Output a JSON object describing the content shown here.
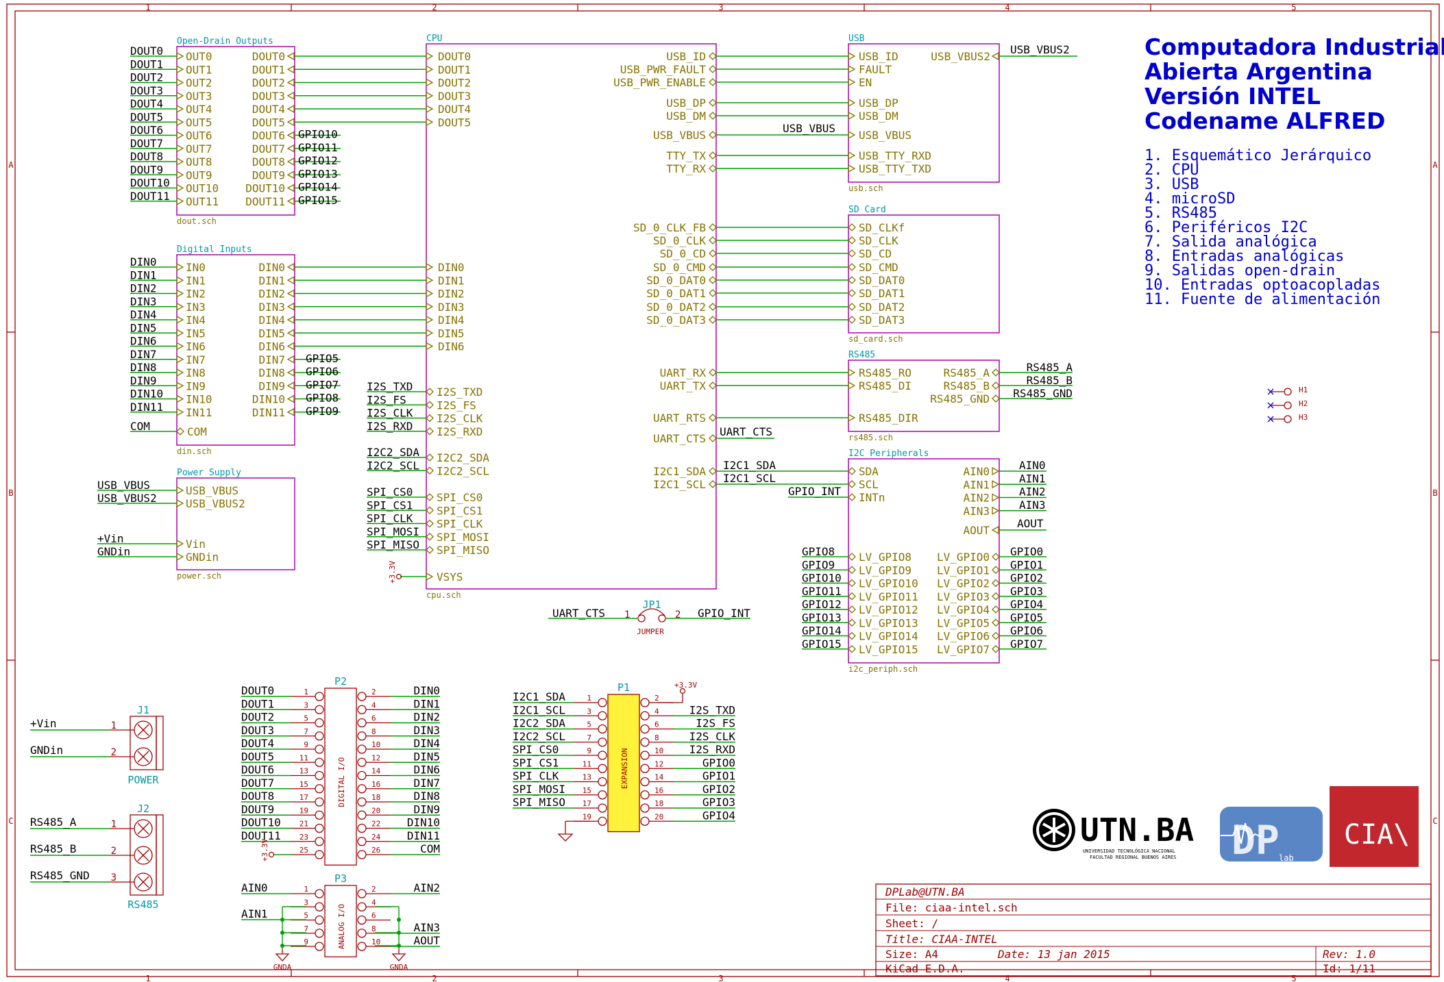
{
  "title_block": {
    "company": "DPLab@UTN.BA",
    "file": "File: ciaa-intel.sch",
    "sheet": "Sheet: /",
    "title": "Title: CIAA-INTEL",
    "size": "Size: A4",
    "date": "Date: 13 jan 2015",
    "rev": "Rev: 1.0",
    "tool": "KiCad E.D.A.",
    "id": "Id: 1/11"
  },
  "header": {
    "lines": [
      "Computadora Industrial",
      "Abierta Argentina",
      "Versión INTEL",
      "Codename ALFRED"
    ],
    "items": [
      "1. Esquemático Jerárquico",
      "2. CPU",
      "3. USB",
      "4. microSD",
      "5. RS485",
      "6. Periféricos I2C",
      "7. Salida analógica",
      "8. Entradas analógicas",
      "9. Salidas open-drain",
      "10. Entradas optoacopladas",
      "11. Fuente de alimentación"
    ]
  },
  "frame": {
    "cols": [
      "1",
      "2",
      "3",
      "4",
      "5"
    ],
    "rows": [
      "A",
      "B",
      "C"
    ]
  },
  "sheets": {
    "dout": {
      "name": "Open-Drain Outputs",
      "file": "dout.sch",
      "left": [
        "OUT0",
        "OUT1",
        "OUT2",
        "OUT3",
        "OUT4",
        "OUT5",
        "OUT6",
        "OUT7",
        "OUT8",
        "OUT9",
        "OUT10",
        "OUT11"
      ],
      "right": [
        "DOUT0",
        "DOUT1",
        "DOUT2",
        "DOUT3",
        "DOUT4",
        "DOUT5",
        "DOUT6",
        "DOUT7",
        "DOUT8",
        "DOUT9",
        "DOUT10",
        "DOUT11"
      ],
      "nets_left": [
        "DOUT0",
        "DOUT1",
        "DOUT2",
        "DOUT3",
        "DOUT4",
        "DOUT5",
        "DOUT6",
        "DOUT7",
        "DOUT8",
        "DOUT9",
        "DOUT10",
        "DOUT11"
      ],
      "nets_right": [
        "GPIO10",
        "GPIO11",
        "GPIO12",
        "GPIO13",
        "GPIO14",
        "GPIO15"
      ]
    },
    "din": {
      "name": "Digital Inputs",
      "file": "din.sch",
      "left": [
        "IN0",
        "IN1",
        "IN2",
        "IN3",
        "IN4",
        "IN5",
        "IN6",
        "IN7",
        "IN8",
        "IN9",
        "IN10",
        "IN11"
      ],
      "right": [
        "DIN0",
        "DIN1",
        "DIN2",
        "DIN3",
        "DIN4",
        "DIN5",
        "DIN6",
        "DIN7",
        "DIN8",
        "DIN9",
        "DIN10",
        "DIN11"
      ],
      "nets_left": [
        "DIN0",
        "DIN1",
        "DIN2",
        "DIN3",
        "DIN4",
        "DIN5",
        "DIN6",
        "DIN7",
        "DIN8",
        "DIN9",
        "DIN10",
        "DIN11"
      ],
      "nets_right": [
        "GPIO5",
        "GPIO6",
        "GPIO7",
        "GPIO8",
        "GPIO9"
      ],
      "com": "COM"
    },
    "power": {
      "name": "Power Supply",
      "file": "power.sch",
      "pins": [
        "USB_VBUS",
        "USB_VBUS2",
        "Vin",
        "GNDin"
      ],
      "nets": [
        "USB_VBUS",
        "USB_VBUS2",
        "+Vin",
        "GNDin"
      ]
    },
    "cpu": {
      "name": "CPU",
      "file": "cpu.sch",
      "left1": [
        "DOUT0",
        "DOUT1",
        "DOUT2",
        "DOUT3",
        "DOUT4",
        "DOUT5"
      ],
      "left2": [
        "DIN0",
        "DIN1",
        "DIN2",
        "DIN3",
        "DIN4",
        "DIN5",
        "DIN6"
      ],
      "i2s": [
        "I2S_TXD",
        "I2S_FS",
        "I2S_CLK",
        "I2S_RXD"
      ],
      "i2c2": [
        "I2C2_SDA",
        "I2C2_SCL"
      ],
      "spi": [
        "SPI_CS0",
        "SPI_CS1",
        "SPI_CLK",
        "SPI_MOSI",
        "SPI_MISO"
      ],
      "vsys": "VSYS",
      "right_usb": [
        "USB_ID",
        "USB_PWR_FAULT",
        "USB_PWR_ENABLE"
      ],
      "right_usb2": [
        "USB_DP",
        "USB_DM"
      ],
      "usb_vbus": "USB_VBUS",
      "tty": [
        "TTY_TX",
        "TTY_RX"
      ],
      "sd": [
        "SD_0_CLK_FB",
        "SD_0_CLK",
        "SD_0_CD",
        "SD_0_CMD",
        "SD_0_DAT0",
        "SD_0_DAT1",
        "SD_0_DAT2",
        "SD_0_DAT3"
      ],
      "uart": [
        "UART_RX",
        "UART_TX"
      ],
      "uart_rts": "UART_RTS",
      "uart_cts": "UART_CTS",
      "i2c1": [
        "I2C1_SDA",
        "I2C1_SCL"
      ]
    },
    "usb": {
      "name": "USB",
      "file": "usb.sch",
      "left": [
        "USB_ID",
        "FAULT",
        "EN",
        "USB_DP",
        "USB_DM",
        "USB_VBUS",
        "USB_TTY_RXD",
        "USB_TTY_TXD"
      ],
      "right": "USB_VBUS2",
      "net_vbus": "USB_VBUS",
      "net_vbus2": "USB_VBUS2"
    },
    "sd": {
      "name": "SD Card",
      "file": "sd_card.sch",
      "left": [
        "SD_CLKf",
        "SD_CLK",
        "SD_CD",
        "SD_CMD",
        "SD_DAT0",
        "SD_DAT1",
        "SD_DAT2",
        "SD_DAT3"
      ]
    },
    "rs485": {
      "name": "RS485",
      "file": "rs485.sch",
      "left": [
        "RS485_RO",
        "RS485_DI",
        "RS485_DIR"
      ],
      "right": [
        "RS485_A",
        "RS485_B",
        "RS485_GND"
      ],
      "nets": [
        "RS485_A",
        "RS485_B",
        "RS485_GND"
      ]
    },
    "i2c": {
      "name": "I2C Peripherals",
      "file": "i2c_periph.sch",
      "left": [
        "SDA",
        "SCL",
        "INTn"
      ],
      "nets_left": [
        "I2C1_SDA",
        "I2C1_SCL",
        "GPIO_INT"
      ],
      "right_ain": [
        "AIN0",
        "AIN1",
        "AIN2",
        "AIN3"
      ],
      "aout": "AOUT",
      "lvl": [
        "LV_GPIO8",
        "LV_GPIO9",
        "LV_GPIO10",
        "LV_GPIO11",
        "LV_GPIO12",
        "LV_GPIO13",
        "LV_GPIO14",
        "LV_GPIO15"
      ],
      "lvr": [
        "LV_GPIO0",
        "LV_GPIO1",
        "LV_GPIO2",
        "LV_GPIO3",
        "LV_GPIO4",
        "LV_GPIO5",
        "LV_GPIO6",
        "LV_GPIO7"
      ],
      "nets_lvl": [
        "GPIO8",
        "GPIO9",
        "GPIO10",
        "GPIO11",
        "GPIO12",
        "GPIO13",
        "GPIO14",
        "GPIO15"
      ],
      "nets_lvr": [
        "GPIO0",
        "GPIO1",
        "GPIO2",
        "GPIO3",
        "GPIO4",
        "GPIO5",
        "GPIO6",
        "GPIO7"
      ]
    }
  },
  "jumper": {
    "ref": "JP1",
    "value": "JUMPER",
    "left": "UART_CTS",
    "right": "GPIO_INT",
    "p1": "1",
    "p2": "2"
  },
  "mount_holes": [
    "H1",
    "H2",
    "H3"
  ],
  "connectors": {
    "j1": {
      "ref": "J1",
      "value": "POWER",
      "nets": [
        "+Vin",
        "GNDin"
      ],
      "pins": [
        "1",
        "2"
      ]
    },
    "j2": {
      "ref": "J2",
      "value": "RS485",
      "nets": [
        "RS485_A",
        "RS485_B",
        "RS485_GND"
      ],
      "pins": [
        "1",
        "2",
        "3"
      ]
    },
    "p2": {
      "ref": "P2",
      "value": "DIGITAL I/O",
      "left": [
        "DOUT0",
        "DOUT1",
        "DOUT2",
        "DOUT3",
        "DOUT4",
        "DOUT5",
        "DOUT6",
        "DOUT7",
        "DOUT8",
        "DOUT9",
        "DOUT10",
        "DOUT11"
      ],
      "right": [
        "DIN0",
        "DIN1",
        "DIN2",
        "DIN3",
        "DIN4",
        "DIN5",
        "DIN6",
        "DIN7",
        "DIN8",
        "DIN9",
        "DIN10",
        "DIN11",
        "COM"
      ],
      "lpins": [
        "1",
        "3",
        "5",
        "7",
        "9",
        "11",
        "13",
        "15",
        "17",
        "19",
        "21",
        "23",
        "25"
      ],
      "rpins": [
        "2",
        "4",
        "6",
        "8",
        "10",
        "12",
        "14",
        "16",
        "18",
        "20",
        "22",
        "24",
        "26"
      ],
      "power": "+3.3V"
    },
    "p1": {
      "ref": "P1",
      "value": "EXPANSION",
      "left": [
        "I2C1_SDA",
        "I2C1_SCL",
        "I2C2_SDA",
        "I2C2_SCL",
        "SPI_CS0",
        "SPI_CS1",
        "SPI_CLK",
        "SPI_MOSI",
        "SPI_MISO"
      ],
      "right": [
        "I2S_TXD",
        "I2S_FS",
        "I2S_CLK",
        "I2S_RXD",
        "GPIO0",
        "GPIO1",
        "GPIO2",
        "GPIO3",
        "GPIO4"
      ],
      "lpins": [
        "1",
        "3",
        "5",
        "7",
        "9",
        "11",
        "13",
        "15",
        "17",
        "19"
      ],
      "rpins": [
        "2",
        "4",
        "6",
        "8",
        "10",
        "12",
        "14",
        "16",
        "18",
        "20"
      ],
      "power": "+3.3V"
    },
    "p3": {
      "ref": "P3",
      "value": "ANALOG I/O",
      "left": [
        "AIN0",
        "AIN1"
      ],
      "right": [
        "AIN2",
        "AIN3",
        "AOUT"
      ],
      "lpins": [
        "1",
        "3",
        "5",
        "7",
        "9"
      ],
      "rpins": [
        "2",
        "4",
        "6",
        "8",
        "10"
      ],
      "gnd": "GNDA"
    }
  },
  "logos": {
    "utn": "UTN.BA",
    "utn_sub1": "UNIVERSIDAD TECNOLÓGICA NACIONAL",
    "utn_sub2": "FACULTAD REGIONAL BUENOS AIRES",
    "dp": "DP",
    "dp_sub": "lab",
    "ciaa": "CIA\\"
  },
  "power_label": "+3.3V"
}
